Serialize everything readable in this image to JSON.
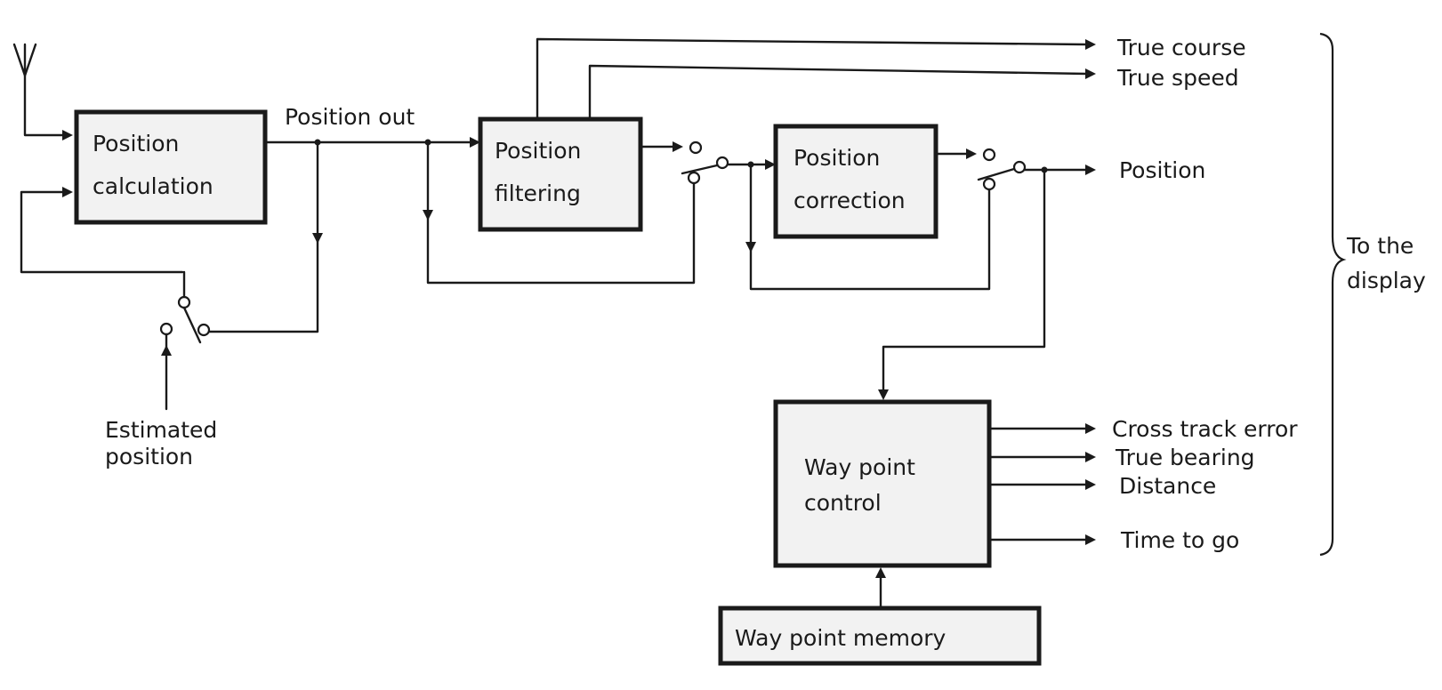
{
  "blocks": {
    "position_calculation": [
      "Position",
      "calculation"
    ],
    "position_filtering": [
      "Position",
      "filtering"
    ],
    "position_correction": [
      "Position",
      "correction"
    ],
    "way_point_control": [
      "Way point",
      "control"
    ],
    "way_point_memory": "Way point memory"
  },
  "labels": {
    "position_out": "Position out",
    "estimated_position": [
      "Estimated",
      "position"
    ],
    "to_display": [
      "To the",
      "display"
    ]
  },
  "outputs": {
    "true_course": "True course",
    "true_speed": "True speed",
    "position": "Position",
    "cross_track_error": "Cross track error",
    "true_bearing": "True bearing",
    "distance": "Distance",
    "time_to_go": "Time to go"
  }
}
